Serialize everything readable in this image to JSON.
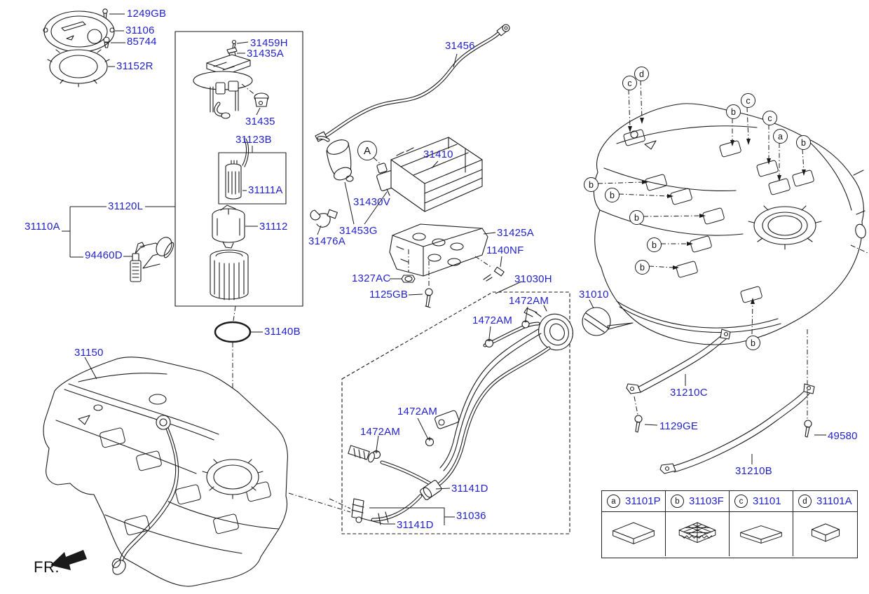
{
  "page": {
    "fr_label": "FR."
  },
  "colors": {
    "label_blue": "#2222CC",
    "line_black": "#1a1a1a",
    "background": "#ffffff"
  },
  "section_marker": "A",
  "part_labels": {
    "p1249gb": "1249GB",
    "p31106": "31106",
    "p85744": "85744",
    "p31152r": "31152R",
    "p31459h": "31459H",
    "p31435a": "31435A",
    "p31435": "31435",
    "p31123b": "31123B",
    "p31111a": "31111A",
    "p31112": "31112",
    "p31120l": "31120L",
    "p31110a": "31110A",
    "p94460d": "94460D",
    "p31140b": "31140B",
    "p31150": "31150",
    "p31456": "31456",
    "p31410": "31410",
    "p31430v": "31430V",
    "p31453g": "31453G",
    "p31476a": "31476A",
    "p31425a": "31425A",
    "p1140nf": "1140NF",
    "p1327ac": "1327AC",
    "p1125gb": "1125GB",
    "p31030h": "31030H",
    "p31010": "31010",
    "p1472am_1": "1472AM",
    "p1472am_2": "1472AM",
    "p1472am_3": "1472AM",
    "p1472am_4": "1472AM",
    "p31141d_1": "31141D",
    "p31036": "31036",
    "p31141d_2": "31141D",
    "p31210c": "31210C",
    "p1129ge": "1129GE",
    "p49580": "49580",
    "p31210b": "31210B"
  },
  "tank_callouts": [
    {
      "letter": "c"
    },
    {
      "letter": "d"
    },
    {
      "letter": "b"
    },
    {
      "letter": "c"
    },
    {
      "letter": "c"
    },
    {
      "letter": "a"
    },
    {
      "letter": "b"
    },
    {
      "letter": "b"
    },
    {
      "letter": "b"
    },
    {
      "letter": "b"
    },
    {
      "letter": "b"
    },
    {
      "letter": "b"
    },
    {
      "letter": "b"
    }
  ],
  "legend": {
    "items": [
      {
        "letter": "a",
        "part": "31101P"
      },
      {
        "letter": "b",
        "part": "31103F"
      },
      {
        "letter": "c",
        "part": "31101"
      },
      {
        "letter": "d",
        "part": "31101A"
      }
    ]
  }
}
